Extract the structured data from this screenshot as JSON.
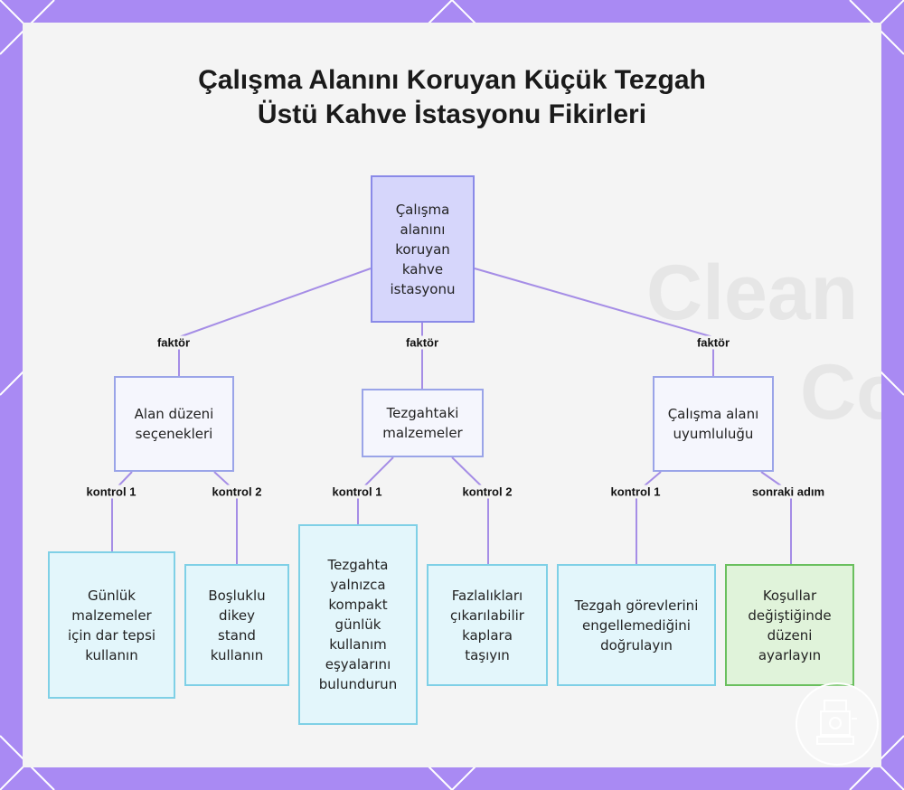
{
  "title": {
    "line1": "Çalışma Alanını Koruyan Küçük Tezgah",
    "line2": "Üstü Kahve İstasyonu Fikirleri"
  },
  "background_text": {
    "line1": "Clean",
    "line2": "Co"
  },
  "nodes": {
    "root": "Çalışma alanını koruyan kahve istasyonu",
    "layout": "Alan düzeni seçenekleri",
    "materials": "Tezgahtaki malzemeler",
    "compat": "Çalışma alanı uyumluluğu",
    "tray": "Günlük malzemeler için dar tepsi kullanın",
    "stand": "Boşluklu dikey stand kullanın",
    "compact": "Tezgahta yalnızca kompakt günlük kullanım eşyalarını bulundurun",
    "containers": "Fazlalıkları çıkarılabilir kaplara taşıyın",
    "verify": "Tezgah görevlerini engellemediğini doğrulayın",
    "adjust": "Koşullar değiştiğinde düzeni ayarlayın"
  },
  "edge_labels": {
    "f1": "faktör",
    "f2": "faktör",
    "f3": "faktör",
    "k1": "kontrol 1",
    "k2": "kontrol 2",
    "k3": "kontrol 1",
    "k4": "kontrol 2",
    "k5": "kontrol 1",
    "next": "sonraki adım"
  },
  "colors": {
    "frame": "#a98af3",
    "edge": "#a58de6",
    "root_fill": "#d6d6fb",
    "leaf_fill": "#e3f6fb",
    "final_fill": "#e0f3da"
  }
}
